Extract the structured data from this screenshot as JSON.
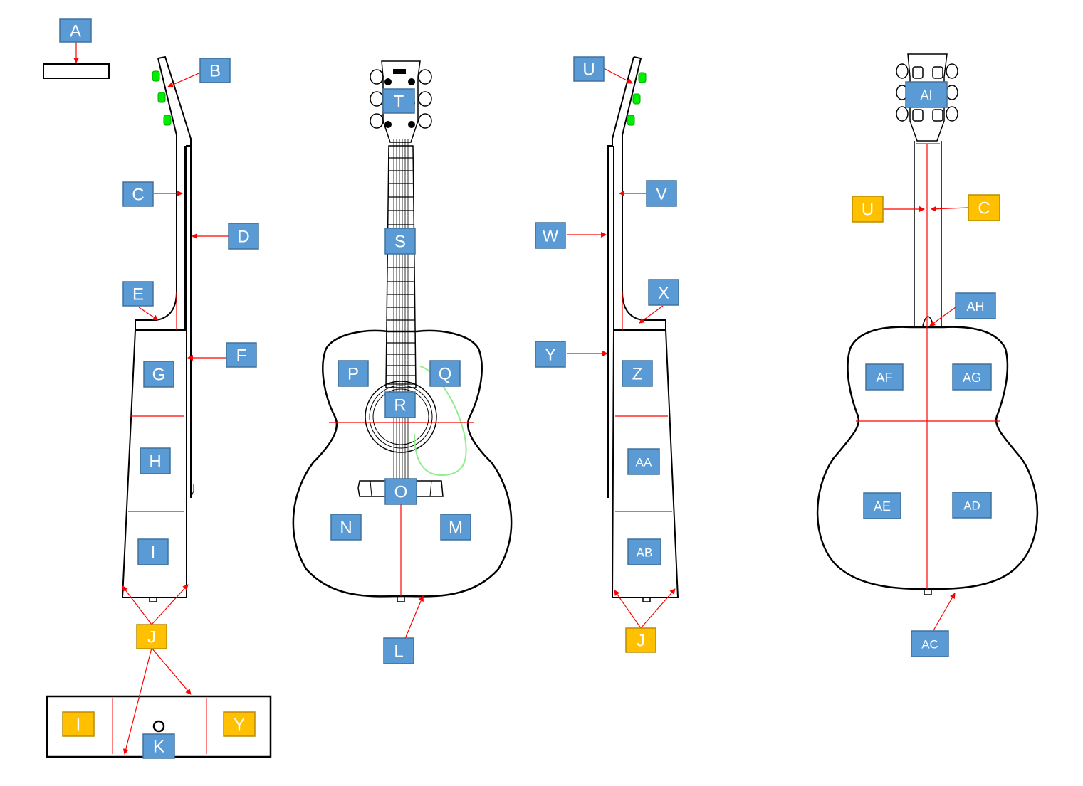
{
  "diagram": {
    "colors": {
      "label_blue": "#5b9bd5",
      "label_blue_border": "#41719c",
      "label_orange": "#ffc000",
      "label_orange_border": "#bc8c00",
      "arrow": "#ff0000",
      "outline": "#000000",
      "tuner": "#00ff00",
      "pickguard": "#90ee90"
    },
    "labels": {
      "A": "A",
      "B": "B",
      "C": "C",
      "D": "D",
      "E": "E",
      "F": "F",
      "G": "G",
      "H": "H",
      "I": "I",
      "J": "J",
      "K": "K",
      "L": "L",
      "M": "M",
      "N": "N",
      "O": "O",
      "P": "P",
      "Q": "Q",
      "R": "R",
      "S": "S",
      "T": "T",
      "U": "U",
      "V": "V",
      "W": "W",
      "X": "X",
      "Y": "Y",
      "Z": "Z",
      "AA": "AA",
      "AB": "AB",
      "AC": "AC",
      "AD": "AD",
      "AE": "AE",
      "AF": "AF",
      "AG": "AG",
      "AH": "AH",
      "AI": "AI"
    }
  }
}
